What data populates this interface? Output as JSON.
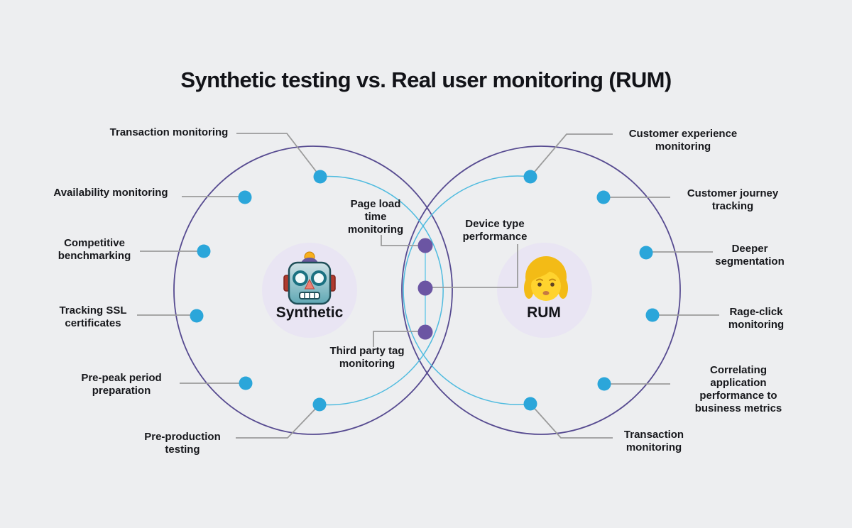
{
  "title": "Synthetic testing vs. Real user monitoring (RUM)",
  "venn": {
    "left": {
      "name": "Synthetic",
      "emoji": "robot-emoji",
      "items": [
        {
          "label": "Transaction monitoring"
        },
        {
          "label": "Availability monitoring"
        },
        {
          "label": "Competitive\nbenchmarking"
        },
        {
          "label": "Tracking SSL\ncertificates"
        },
        {
          "label": "Pre-peak period\npreparation"
        },
        {
          "label": "Pre-production\ntesting"
        }
      ]
    },
    "overlap": {
      "items": [
        {
          "label": "Page load\ntime\nmonitoring"
        },
        {
          "label": "Device type\nperformance"
        },
        {
          "label": "Third party tag\nmonitoring"
        }
      ]
    },
    "right": {
      "name": "RUM",
      "emoji": "person-emoji",
      "items": [
        {
          "label": "Customer experience\nmonitoring"
        },
        {
          "label": "Customer journey\ntracking"
        },
        {
          "label": "Deeper\nsegmentation"
        },
        {
          "label": "Rage-click\nmonitoring"
        },
        {
          "label": "Correlating application\nperformance to\nbusiness metrics"
        },
        {
          "label": "Transaction\nmonitoring"
        }
      ]
    }
  },
  "colors": {
    "background": "#edeef0",
    "circle_outline": "#564a90",
    "dot_arc": "#4fbbdf",
    "dot_cyan": "#2ba6da",
    "dot_purple": "#6b55a3",
    "connector": "#9b9b9b",
    "center_fill": "#e9e5f3",
    "text": "#17181c"
  }
}
